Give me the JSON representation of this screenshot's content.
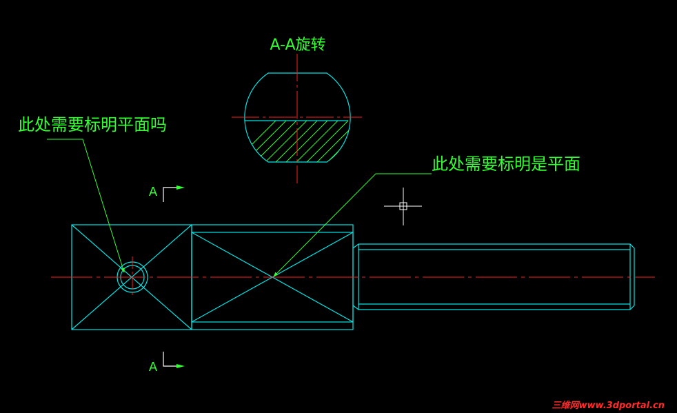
{
  "labels": {
    "section_title": "A-A旋转",
    "note_left": "此处需要标明平面吗",
    "note_right": "此处需要标明是平面",
    "section_marker_top": "A",
    "section_marker_bottom": "A"
  },
  "watermark": {
    "text": "三维网www.3dportal.cn"
  },
  "colors": {
    "background": "#000000",
    "outline": "#00e5e5",
    "center_line": "#ff2020",
    "leader": "#33ff33",
    "text": "#33ff33",
    "hatch": "#33ff33",
    "cursor": "#ffffff",
    "watermark": "#ff2a2a"
  },
  "icons": {
    "cursor": "crosshair-cursor-icon"
  }
}
